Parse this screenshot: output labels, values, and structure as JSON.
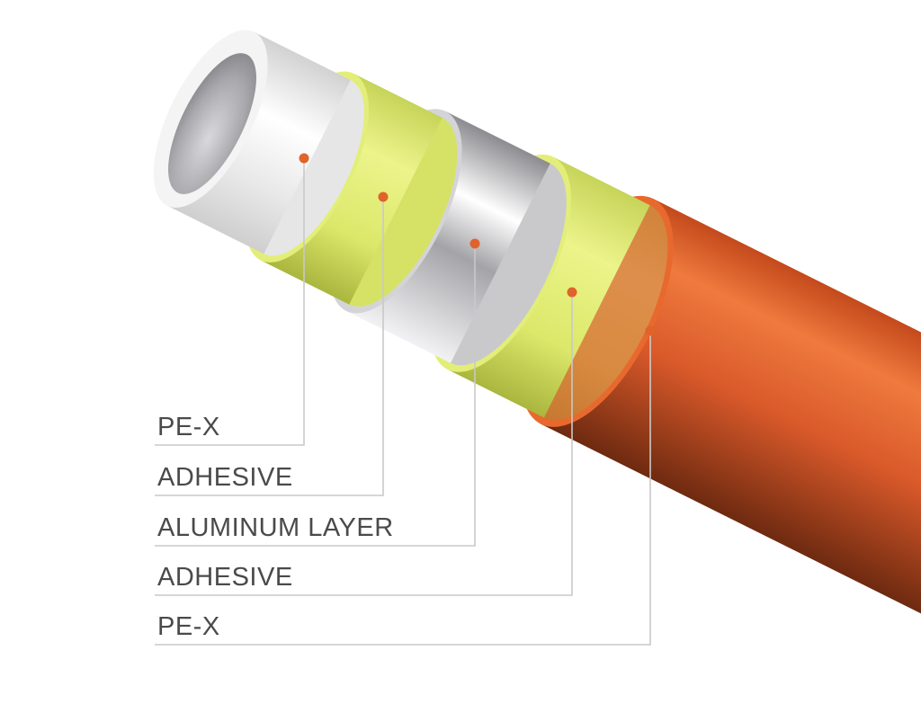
{
  "layers": [
    {
      "label": "PE-X",
      "role": "inner-layer"
    },
    {
      "label": "ADHESIVE",
      "role": "inner-adhesive"
    },
    {
      "label": "ALUMINUM LAYER",
      "role": "aluminum-layer"
    },
    {
      "label": "ADHESIVE",
      "role": "outer-adhesive"
    },
    {
      "label": "PE-X",
      "role": "outer-layer"
    }
  ],
  "colors": {
    "outer_pex": "#e2622a",
    "adhesive": "#dbe86a",
    "aluminum": "#b9b9bd",
    "inner_pex": "#ededed",
    "marker_dot": "#e0632c",
    "leader_line": "#c9c9c9",
    "text": "#4a4a4a"
  }
}
